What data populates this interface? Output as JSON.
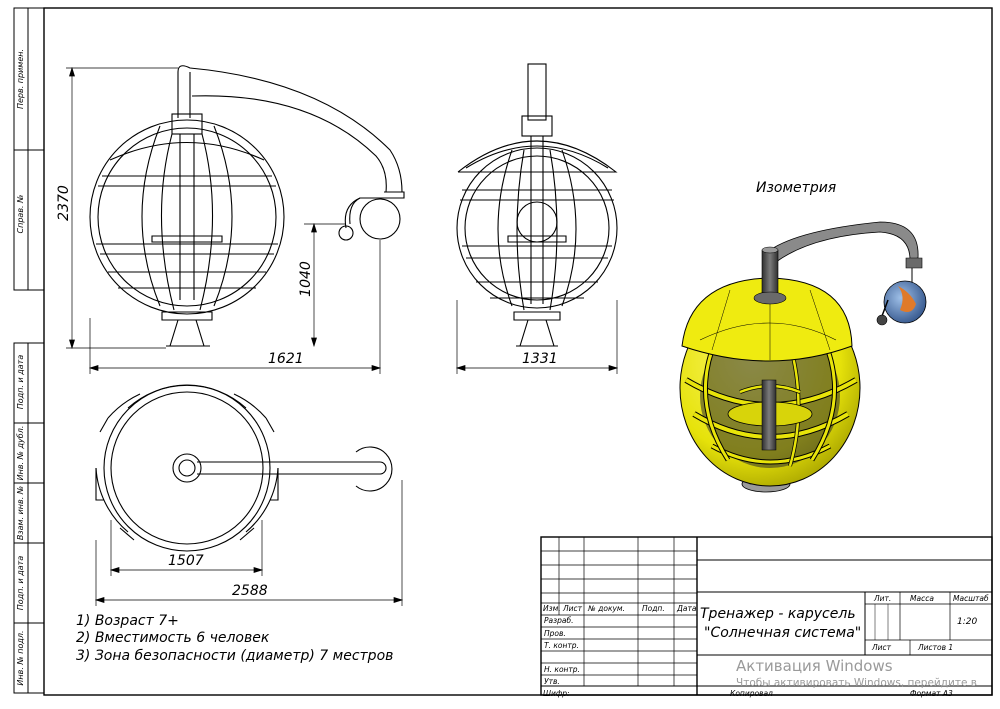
{
  "side_strip": [
    "Перв. примен.",
    "Справ. №",
    "Подп. и дата",
    "Инв. № дубл.",
    "Взам. инв. №",
    "Подп. и дата",
    "Инв. № подл."
  ],
  "dimensions": {
    "height_front": "2370",
    "height_globe": "1040",
    "width_front": "1621",
    "width_side": "1331",
    "width_top_inner": "1507",
    "width_top_outer": "2588"
  },
  "isometry_label": "Изометрия",
  "notes": [
    "1) Возраст 7+",
    "2) Вместимость 6 человек",
    "3) Зона безопасности (диаметр) 7 местров"
  ],
  "title_block": {
    "columns": [
      "Изм.",
      "Лист",
      "№ докум.",
      "Подп.",
      "Дата"
    ],
    "rows": [
      "Разраб.",
      "Пров.",
      "Т. контр.",
      "Н. контр.",
      "Утв."
    ],
    "title_line1": "Тренажер - карусель",
    "title_line2": "\"Солнечная система\"",
    "lit": "Лит.",
    "mass": "Масса",
    "scale_label": "Масштаб",
    "scale_value": "1:20",
    "sheet": "Лист",
    "sheets": "Листов 1",
    "cipher": "Шифр:",
    "copied": "Копировал",
    "format": "Формат А3"
  },
  "watermark": {
    "line1": "Активация Windows",
    "line2": "Чтобы активировать Windows, перейдите в"
  },
  "colors": {
    "line": "#000000",
    "fill_yellow": "#f2ee0e",
    "dark_gray": "#4a4a4a",
    "globe_blue": "#3f6fb0",
    "globe_orange": "#e07a2a"
  }
}
